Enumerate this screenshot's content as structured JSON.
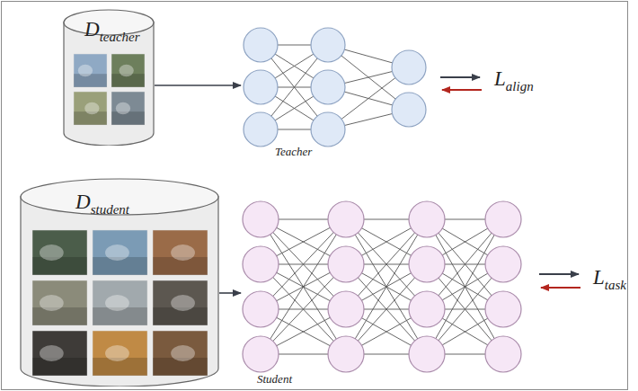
{
  "diagram": {
    "nodes": [
      {
        "text": [
          "D",
          "teacher"
        ]
      },
      {
        "text": [
          "Teacher"
        ]
      },
      {
        "text": [
          "D",
          "student"
        ]
      },
      {
        "text": [
          "Student"
        ]
      }
    ],
    "edges": [
      {
        "from": 0,
        "to": 1,
        "arrow": "to"
      },
      {
        "from": 2,
        "to": 3,
        "arrow": "to"
      }
    ],
    "labels": [
      "L",
      "align",
      "L",
      "task"
    ]
  }
}
